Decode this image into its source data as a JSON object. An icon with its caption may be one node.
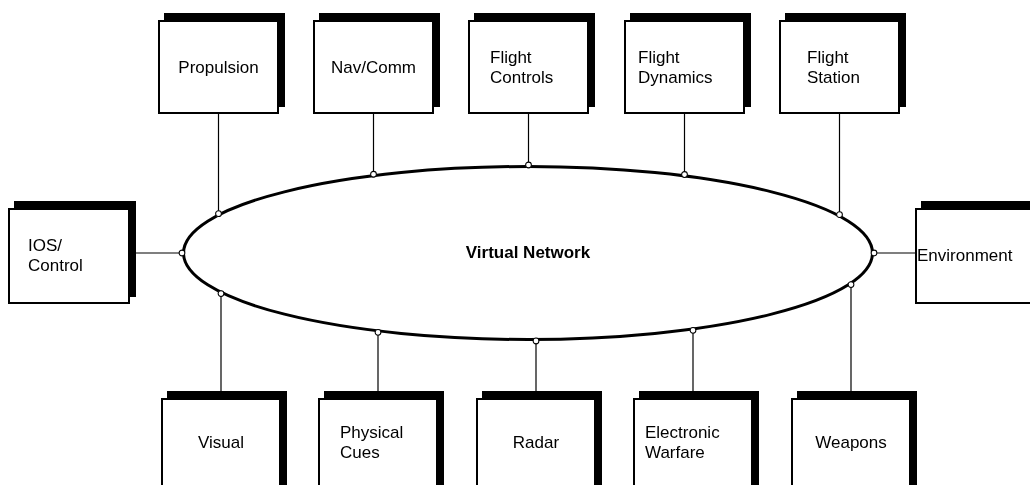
{
  "diagram": {
    "nodes": [
      {
        "text": [
          "Propulsion"
        ]
      },
      {
        "text": [
          "Nav/Comm"
        ]
      },
      {
        "text": [
          "Flight Controls"
        ]
      },
      {
        "text": [
          "Flight Dynamics"
        ]
      },
      {
        "text": [
          "Flight Station"
        ]
      },
      {
        "text": [
          "IOS/ Control"
        ]
      },
      {
        "text": [
          "Virtual Network"
        ]
      },
      {
        "text": [
          "Environment"
        ]
      },
      {
        "text": [
          "Visual"
        ]
      },
      {
        "text": [
          "Physical Cues"
        ]
      },
      {
        "text": [
          "Radar"
        ]
      },
      {
        "text": [
          "Electronic Warfare"
        ]
      },
      {
        "text": [
          "Weapons"
        ]
      }
    ],
    "edges": [
      {
        "from": 0,
        "to": 6,
        "arrow": "other"
      },
      {
        "from": 1,
        "to": 6,
        "arrow": "other"
      },
      {
        "from": 2,
        "to": 6,
        "arrow": "other"
      },
      {
        "from": 3,
        "to": 6,
        "arrow": "other"
      },
      {
        "from": 4,
        "to": 6,
        "arrow": "other"
      },
      {
        "from": 5,
        "to": 6,
        "arrow": "other"
      },
      {
        "from": 7,
        "to": 6,
        "arrow": "other"
      },
      {
        "from": 8,
        "to": 6,
        "arrow": "other"
      },
      {
        "from": 9,
        "to": 6,
        "arrow": "other"
      },
      {
        "from": 10,
        "to": 6,
        "arrow": "other"
      },
      {
        "from": 11,
        "to": 6,
        "arrow": "other"
      },
      {
        "from": 12,
        "to": 6,
        "arrow": "other"
      }
    ]
  }
}
